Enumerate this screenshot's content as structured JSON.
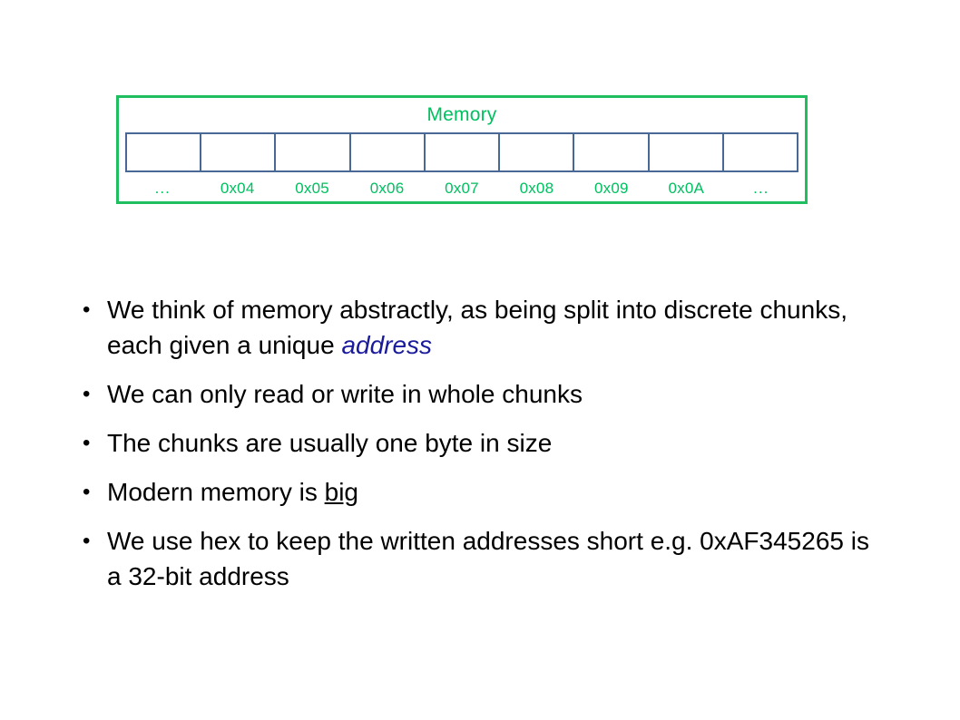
{
  "slide": {
    "background_color": "#ffffff",
    "text_color": "#000000"
  },
  "diagram": {
    "name": "memory-diagram",
    "title": "Memory",
    "title_color": "#00c060",
    "border_color": "#1fbf5f",
    "cell_border_color": "#4a6896",
    "cell_count": 9,
    "addresses": [
      "...",
      "0x04",
      "0x05",
      "0x06",
      "0x07",
      "0x08",
      "0x09",
      "0x0A",
      "..."
    ],
    "address_color": "#00c060"
  },
  "bullets": [
    {
      "marker": "•",
      "parts": [
        {
          "text": "We think of memory abstractly, as being split into discrete chunks, each given a unique ",
          "style": "normal"
        },
        {
          "text": "address",
          "style": "italic-blue"
        }
      ]
    },
    {
      "marker": "•",
      "parts": [
        {
          "text": "We can only read or write in whole chunks",
          "style": "normal"
        }
      ]
    },
    {
      "marker": "•",
      "parts": [
        {
          "text": "The chunks are usually one byte in size",
          "style": "normal"
        }
      ]
    },
    {
      "marker": "•",
      "parts": [
        {
          "text": "Modern memory is ",
          "style": "normal"
        },
        {
          "text": "big",
          "style": "underline"
        }
      ]
    },
    {
      "marker": "•",
      "parts": [
        {
          "text": "We use hex to keep the written addresses short e.g. 0xAF345265 is a 32-bit address",
          "style": "normal"
        }
      ]
    }
  ],
  "accent_colors": {
    "green": "#1fbf5f",
    "bright_green": "#00c060",
    "cell_blue": "#4a6896",
    "emphasis_blue": "#1a1a9c"
  }
}
